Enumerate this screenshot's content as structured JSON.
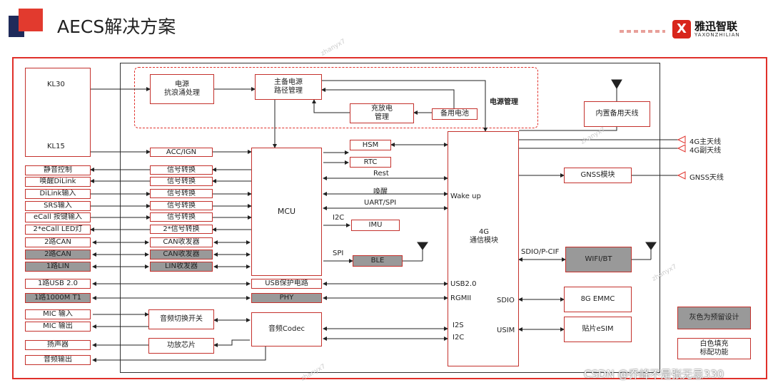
{
  "title": "AECS解决方案",
  "logo": {
    "name": "雅迅智联",
    "en": "YAXONZHILIAN"
  },
  "power": {
    "section_label": "电源管理",
    "psu": "电源\n抗浪涌处理",
    "path": "主备电源\n路径管理",
    "charge": "充放电\n管理",
    "battery": "备用电池"
  },
  "left": {
    "kl30": "KL30",
    "kl15": "KL15",
    "ports": [
      "静音控制",
      "唤醒DiLink",
      "DiLink输入",
      "SRS输入",
      "eCall 按键输入",
      "2*eCall LED灯",
      "2路CAN",
      "2路CAN",
      "1路LIN",
      "1路USB 2.0",
      "1路1000M T1",
      "MIC 输入",
      "MIC 输出",
      "扬声器",
      "音频输出"
    ]
  },
  "middle": {
    "acc": "ACC/IGN",
    "conv": [
      "信号转换",
      "信号转换",
      "信号转换",
      "信号转换",
      "信号转换",
      "2*信号转换"
    ],
    "can1": "CAN收发器",
    "can2": "CAN收发器",
    "lin": "LIN收发器",
    "usbprot": "USB保护电路",
    "phy": "PHY",
    "audio_switch": "音频切换开关",
    "amp": "功放芯片",
    "mcu": "MCU",
    "codec": "音频Codec",
    "hsm": "HSM",
    "rtc": "RTC",
    "imu": "IMU",
    "ble": "BLE"
  },
  "links": {
    "rest": "Rest",
    "wake": "唤醒",
    "uart": "UART/SPI",
    "i2c": "I2C",
    "spi": "SPI"
  },
  "module4g": {
    "label": "4G\n通信模块",
    "wake_up": "Wake up",
    "usb": "USB2.0",
    "rgmii": "RGMII",
    "i2s": "I2S",
    "i2c": "I2C",
    "sdio": "SDIO",
    "usim": "USIM",
    "sdio_pcif": "SDIO/P-CIF"
  },
  "right": {
    "antenna": "内置备用天线",
    "gnss": "GNSS模块",
    "wifi": "WIFI/BT",
    "emmc": "8G EMMC",
    "esim": "贴片eSIM",
    "ext1": "4G主天线",
    "ext2": "4G副天线",
    "ext3": "GNSS天线"
  },
  "legend": {
    "gray": "灰色为预留设计",
    "white": "白色填充\n标配功能"
  },
  "watermarks": [
    "zhanyx7",
    "zhanyx7",
    "zhanyx7",
    "zhanyx7"
  ],
  "footer": "CSDN @乔峰不是张无忌330"
}
